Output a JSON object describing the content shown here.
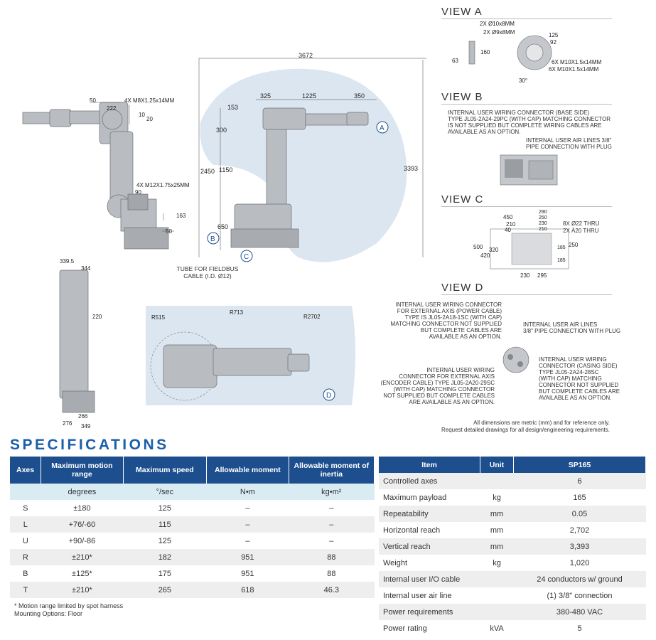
{
  "drawing": {
    "views": {
      "a": {
        "title": "VIEW A",
        "labels": [
          "2X Ø10x8MM",
          "2X Ø9x8MM",
          "125",
          "92",
          "160",
          "63",
          "6X M10X1.5x14MM",
          "6X M10X1.5x14MM",
          "30°"
        ]
      },
      "b": {
        "title": "VIEW B",
        "connector_note": "INTERNAL USER WIRING CONNECTOR (BASE SIDE)\nTYPE JL05-2A24-29PC (WITH CAP) MATCHING CONNECTOR\nIS NOT SUPPLIED BUT COMPLETE WIRING CABLES ARE\nAVAILABLE AS AN OPTION.",
        "air_note": "INTERNAL USER AIR LINES 3/8\"\nPIPE CONNECTION WITH PLUG"
      },
      "c": {
        "title": "VIEW C",
        "labels": [
          "450",
          "210",
          "40",
          "290",
          "250",
          "230",
          "210",
          "500",
          "420",
          "320",
          "185",
          "250",
          "185",
          "230",
          "295"
        ],
        "thru1": "8X Ø22 THRU",
        "thru2": "2X Ä20 THRU"
      },
      "d": {
        "title": "VIEW D",
        "note1": "INTERNAL USER WIRING CONNECTOR\nFOR EXTERNAL AXIS (POWER CABLE)\nTYPE IS JL05-2A18-1SC (WITH CAP)\nMATCHING CONNECTOR NOT SUPPLIED\nBUT COMPLETE CABLES ARE\nAVAILABLE AS AN OPTION.",
        "note2": "INTERNAL USER AIR LINES\n3/8\" PIPE CONNECTION WITH PLUG",
        "note3": "INTERNAL USER WIRING\nCONNECTOR FOR EXTERNAL AXIS\n(ENCODER CABLE) TYPE JL05-2A20-29SC\n(WITH CAP) MATCHING CONNECTOR\nNOT SUPPLIED BUT COMPLETE CABLES\nARE AVAILABLE AS AN OPTION.",
        "note4": "INTERNAL USER WIRING\nCONNECTOR (CASING SIDE)\nTYPE JL05-2A24-28SC\n(WITH CAP) MATCHING\nCONNECTOR NOT SUPPLIED\nBUT COMPLETE CABLES ARE\nAVAILABLE AS AN OPTION."
      }
    },
    "front_dims": [
      "50",
      "222",
      "4X M8X1.25x14MM",
      "10",
      "20",
      "4X M12X1.75x25MM",
      "90",
      "163",
      "50"
    ],
    "side_dims": [
      "3672",
      "325",
      "1225",
      "350",
      "153",
      "300",
      "2450",
      "1150",
      "3393",
      "650"
    ],
    "circle_labels": [
      "A",
      "B",
      "C",
      "D"
    ],
    "tube_note": "TUBE FOR FIELDBUS\nCABLE (I.D. Ø12)",
    "rear_dims": [
      "339.5",
      "344",
      "220",
      "266",
      "276",
      "349"
    ],
    "top_dims": [
      "R515",
      "R713",
      "R2702"
    ],
    "disclaimer": "All dimensions are metric (mm) and for reference only.\nRequest detailed drawings for all design/engineering requirements."
  },
  "specs": {
    "title": "SPECIFICATIONS",
    "axes_table": {
      "headers": [
        "Axes",
        "Maximum motion range",
        "Maximum speed",
        "Allowable moment",
        "Allowable moment of inertia"
      ],
      "units": [
        "",
        "degrees",
        "°/sec",
        "N•m",
        "kg•m²"
      ],
      "rows": [
        [
          "S",
          "±180",
          "125",
          "–",
          "–"
        ],
        [
          "L",
          "+76/-60",
          "115",
          "–",
          "–"
        ],
        [
          "U",
          "+90/-86",
          "125",
          "–",
          "–"
        ],
        [
          "R",
          "±210*",
          "182",
          "951",
          "88"
        ],
        [
          "B",
          "±125*",
          "175",
          "951",
          "88"
        ],
        [
          "T",
          "±210*",
          "265",
          "618",
          "46.3"
        ]
      ],
      "footnote": "* Motion range limited by spot harness",
      "mounting": "Mounting Options: Floor"
    },
    "item_table": {
      "headers": [
        "Item",
        "Unit",
        "SP165"
      ],
      "rows": [
        [
          "Controlled axes",
          "",
          "6"
        ],
        [
          "Maximum payload",
          "kg",
          "165"
        ],
        [
          "Repeatability",
          "mm",
          "0.05"
        ],
        [
          "Horizontal reach",
          "mm",
          "2,702"
        ],
        [
          "Vertical reach",
          "mm",
          "3,393"
        ],
        [
          "Weight",
          "kg",
          "1,020"
        ],
        [
          "Internal user I/O cable",
          "",
          "24 conductors w/ ground"
        ],
        [
          "Internal user air line",
          "",
          "(1) 3/8\" connection"
        ],
        [
          "Power requirements",
          "",
          "380-480 VAC"
        ],
        [
          "Power rating",
          "kVA",
          "5"
        ]
      ]
    }
  },
  "colors": {
    "header_blue": "#1d4f8e",
    "accent_blue": "#1b5fa8",
    "units_row": "#d9ecf4",
    "envelope": "#dce6f0",
    "robot_gray": "#b9bcc1"
  }
}
